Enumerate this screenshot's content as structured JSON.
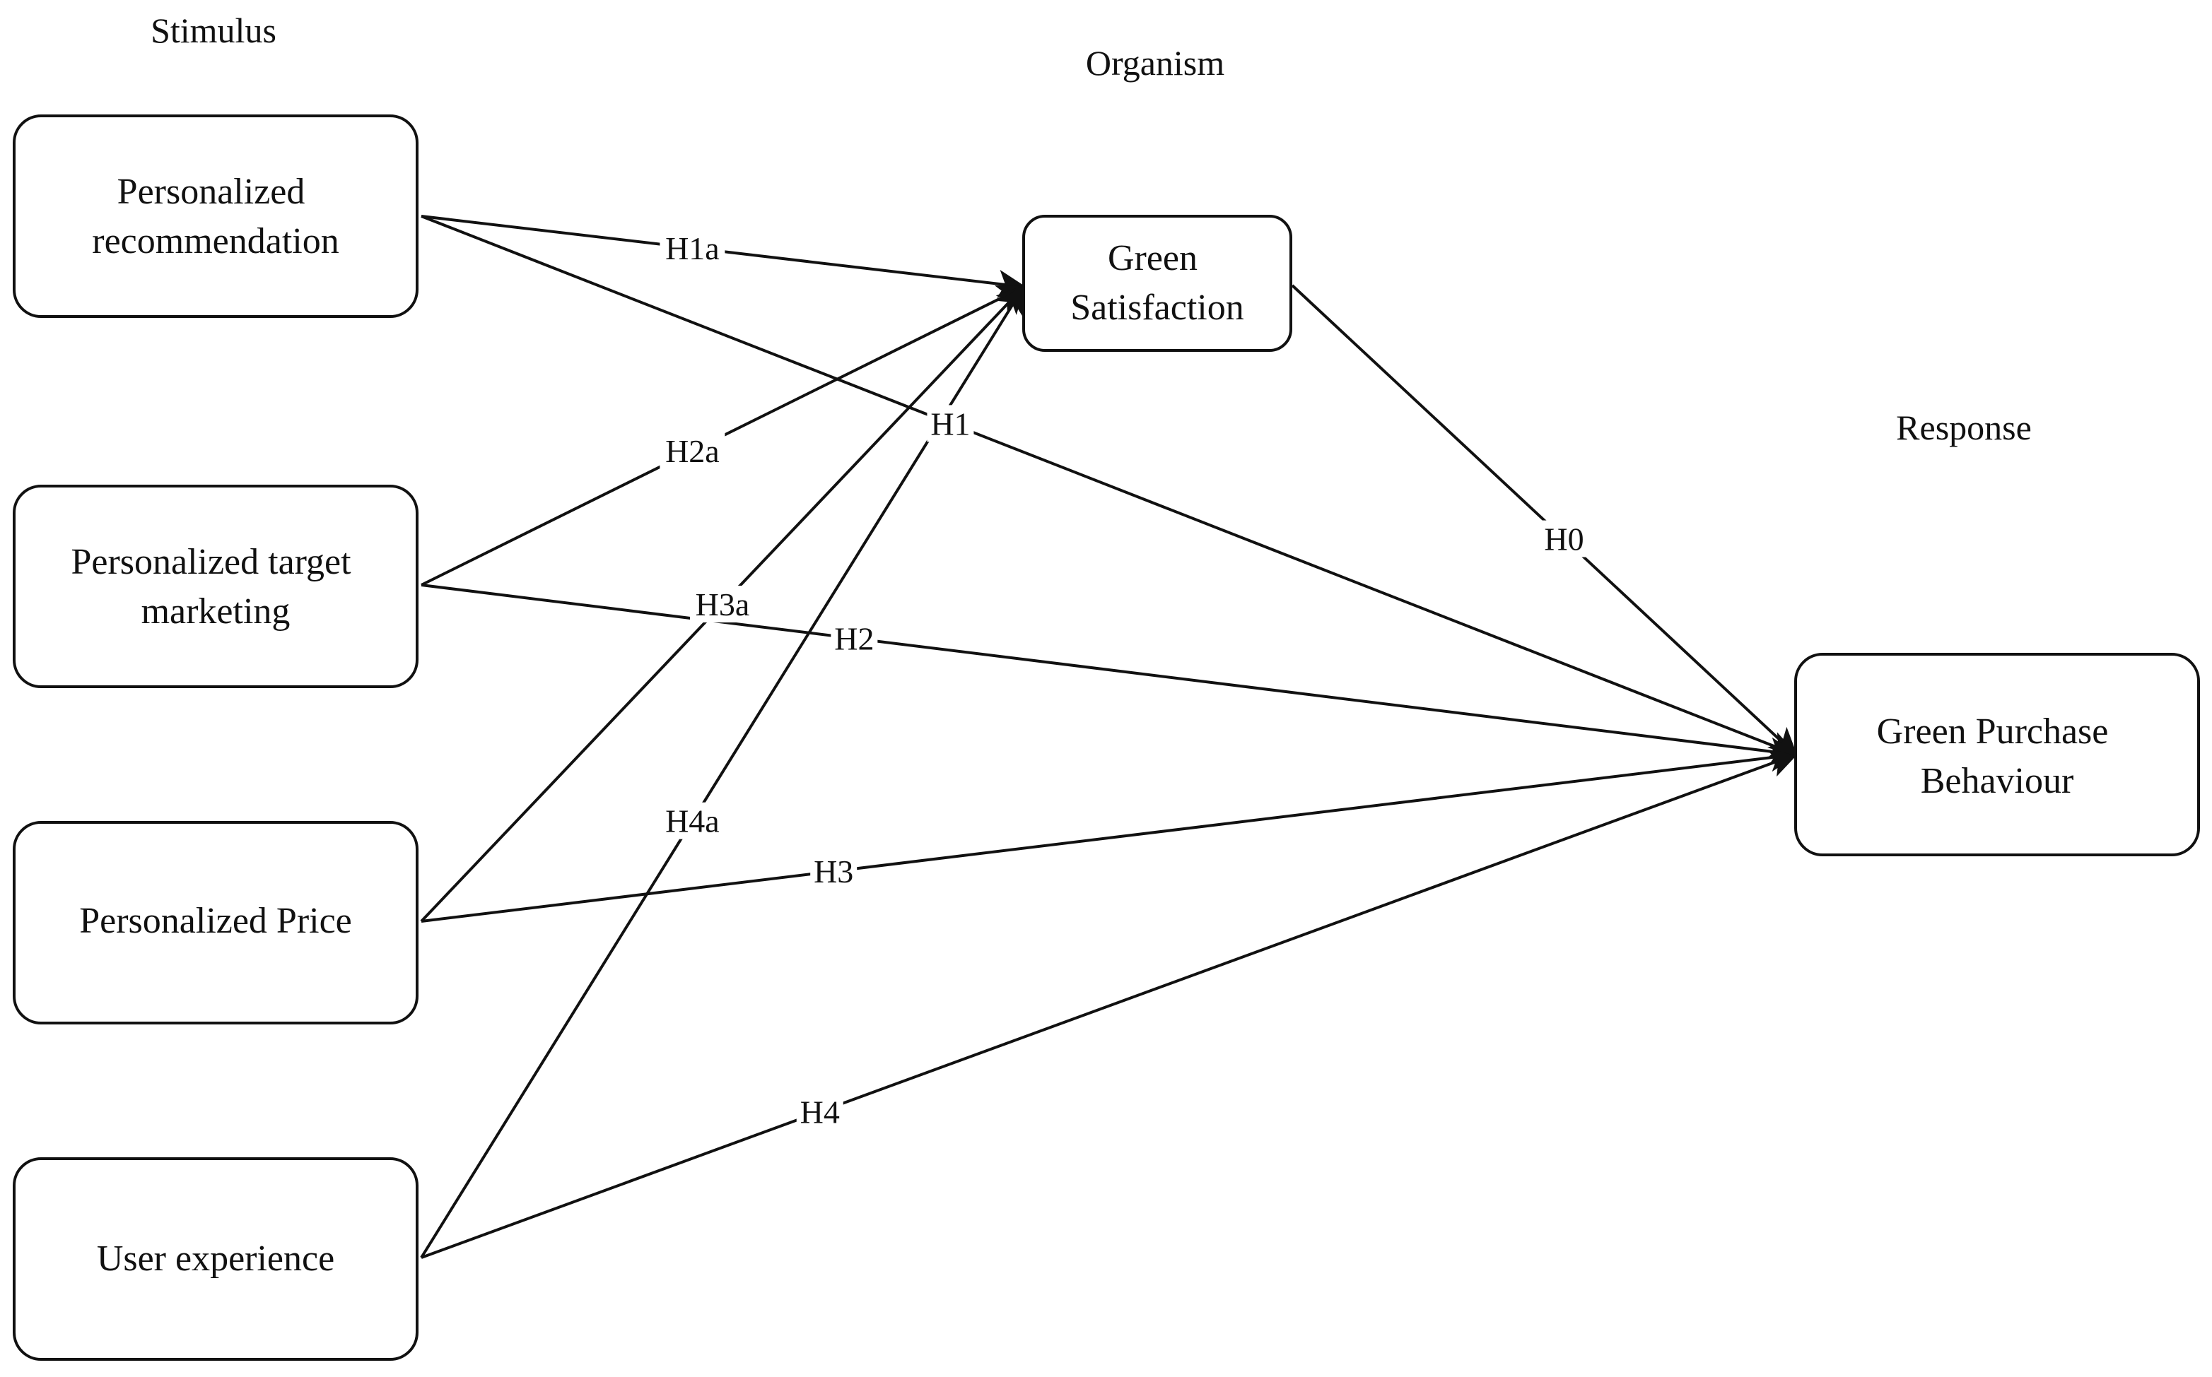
{
  "sections": {
    "stimulus": "Stimulus",
    "organism": "Organism",
    "response": "Response"
  },
  "nodes": {
    "personalized_recommendation": [
      "Personalized",
      "recommendation"
    ],
    "personalized_target_marketing": [
      "Personalized target",
      "marketing"
    ],
    "personalized_price": [
      "Personalized Price"
    ],
    "user_experience": [
      "User experience"
    ],
    "green_satisfaction": [
      "Green",
      "Satisfaction"
    ],
    "green_purchase_behaviour": [
      "Green Purchase",
      "Behaviour"
    ]
  },
  "edges": [
    {
      "from": "personalized_recommendation",
      "to": "green_satisfaction",
      "label": "H1a"
    },
    {
      "from": "personalized_target_marketing",
      "to": "green_satisfaction",
      "label": "H2a"
    },
    {
      "from": "personalized_price",
      "to": "green_satisfaction",
      "label": "H3a"
    },
    {
      "from": "user_experience",
      "to": "green_satisfaction",
      "label": "H4a"
    },
    {
      "from": "personalized_recommendation",
      "to": "green_purchase_behaviour",
      "label": "H1"
    },
    {
      "from": "personalized_target_marketing",
      "to": "green_purchase_behaviour",
      "label": "H2"
    },
    {
      "from": "personalized_price",
      "to": "green_purchase_behaviour",
      "label": "H3"
    },
    {
      "from": "user_experience",
      "to": "green_purchase_behaviour",
      "label": "H4"
    },
    {
      "from": "green_satisfaction",
      "to": "green_purchase_behaviour",
      "label": "H0"
    }
  ]
}
